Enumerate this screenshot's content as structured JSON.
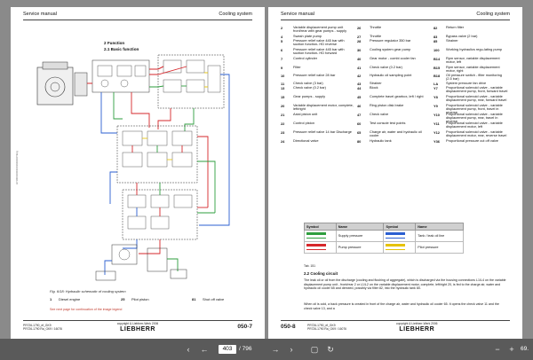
{
  "left": {
    "header_left": "Service manual",
    "header_right": "Cooling system",
    "section_title": "2 Function",
    "subsection_title": "2.1 Basic function",
    "figure_caption": "Fig. 6/18: Hydraulic schematic of cooling system",
    "legend": [
      {
        "num": "1",
        "text": "Diesel engine"
      },
      {
        "num": "25",
        "text": "Pilot piston"
      },
      {
        "num": "81",
        "text": "Shut off valve"
      }
    ],
    "note": "See next page for continuation of the image legend",
    "side_text": "LP1000100010010XXXXTEng",
    "footer_code": "PR726-1790_ef_GK9\nPR726-1790 Ra_GK9 / 16076",
    "footer_copy": "copyright & Liebherr-Werk 2006",
    "footer_brand": "LIEBHERR",
    "page_number": "050-7"
  },
  "right": {
    "header_left": "Service manual",
    "header_right": "Cooling system",
    "legend": [
      [
        "2",
        "Variable displacement pump unit front/rear with gear pumps - supply",
        "26",
        "Throttle",
        "82",
        "Return filter"
      ],
      [
        "4",
        "Swash plate pump",
        "27",
        "Throttle",
        "83",
        "Bypass valve (2 bar)"
      ],
      [
        "5",
        "Pressure relief valve 445 bar with suction function- HD reverse",
        "28",
        "Pressure regulator 350 bar",
        "85",
        "Strainer"
      ],
      [
        "6",
        "Pressure relief valve 445 bar with suction function- HD forward",
        "30",
        "Cooling system gear pump",
        "100",
        "Working hydraulics regu-lating pump"
      ],
      [
        "7",
        "Control cylinder",
        "40",
        "Gear motor - combi cooler fan",
        "B14",
        "Rpm sensor, variable displacement motor, left"
      ],
      [
        "9",
        "Filter",
        "41",
        "Check valve (0.2 bar)",
        "B15",
        "Rpm sensor, variable displacement motor, right"
      ],
      [
        "10",
        "Pressure relief valve 28 bar",
        "42",
        "Hydraulic oil sampling point",
        "B18",
        "Oil pressure switch - filter monitoring (2.5 bar)"
      ],
      [
        "11",
        "Check valve (3 bar)",
        "43",
        "Strainer",
        "LA",
        "System pressure fan drive"
      ],
      [
        "13",
        "Check valve (0.2 bar)",
        "44",
        "Block",
        "Y7",
        "Proportional solenoid valve - variable displacement pump, front, forward travel"
      ],
      [
        "15",
        "Gear pumps - supply",
        "45",
        "Complete travel gearbox, left / right",
        "Y8",
        "Proportional solenoid valve - variable displacement pump, rear, forward travel"
      ],
      [
        "20",
        "Variable displacement motor, complete, left/right",
        "46",
        "Ring piston disk brake",
        "Y9",
        "Proportional solenoid valve - variable displacement pump, front, travel in reverse"
      ],
      [
        "21",
        "Axial piston unit",
        "47",
        "Check valve",
        "Y10",
        "Proportional solenoid valve - variable displacement pump, rear, travel in reverse"
      ],
      [
        "22",
        "Control piston",
        "60",
        "Test console test points",
        "Y11",
        "Proportional solenoid valve - variable displacement motor, left"
      ],
      [
        "23",
        "Pressure relief valve 14 bar Discharge",
        "65",
        "Charge air, water and hydraulic oil cooler",
        "Y12",
        "Proportional solenoid valve - variable displacement motor, rear, reverse travel"
      ],
      [
        "24",
        "Directional valve",
        "80",
        "Hydraulic tank",
        "Y36",
        "Proportional pressure cut off valve"
      ]
    ],
    "symbols_header": [
      "Symbol",
      "Name",
      "Symbol",
      "Name"
    ],
    "symbols": [
      {
        "color1": "#2e9e3e",
        "name1": "Supply pressure",
        "color2": "#2b5fd1",
        "name2": "Tank / leak oil line"
      },
      {
        "color1": "#d6272b",
        "name1": "Pump pressure",
        "color2": "#e6c200",
        "name2": "Pilot pressure"
      }
    ],
    "table_note": "Tab. 151",
    "subheading": "2.2 Cooling circuit",
    "para1": "The leak oil or oil from the discharge (cooling and flushing of aggregate), which is discharged via the housing connections L1/L4 on the variable displacement pump unit - front/rear 2 or L1/L2 on the variable displacement motor, complete, left/right 20, is fed to the charge air, water and hydraulic oil cooler 65 and directed, possibly via filter 82, into the hydraulic tank 80.",
    "para2": "When oil is cold, a back pressure is created in front of the charge air, water and hydraulic oil cooler 65. It opens the check valve 11 and the check valve 13, and a",
    "footer_code": "PR726-1790_ef_GK9\nPR726-1790 Ra_GK9 / 16076",
    "footer_copy": "copyright & Liebherr-Werk 2006",
    "footer_brand": "LIEBHERR",
    "page_number": "050-8"
  },
  "viewer": {
    "current_page": "403",
    "total_pages": "/ 796",
    "zoom": "69."
  }
}
